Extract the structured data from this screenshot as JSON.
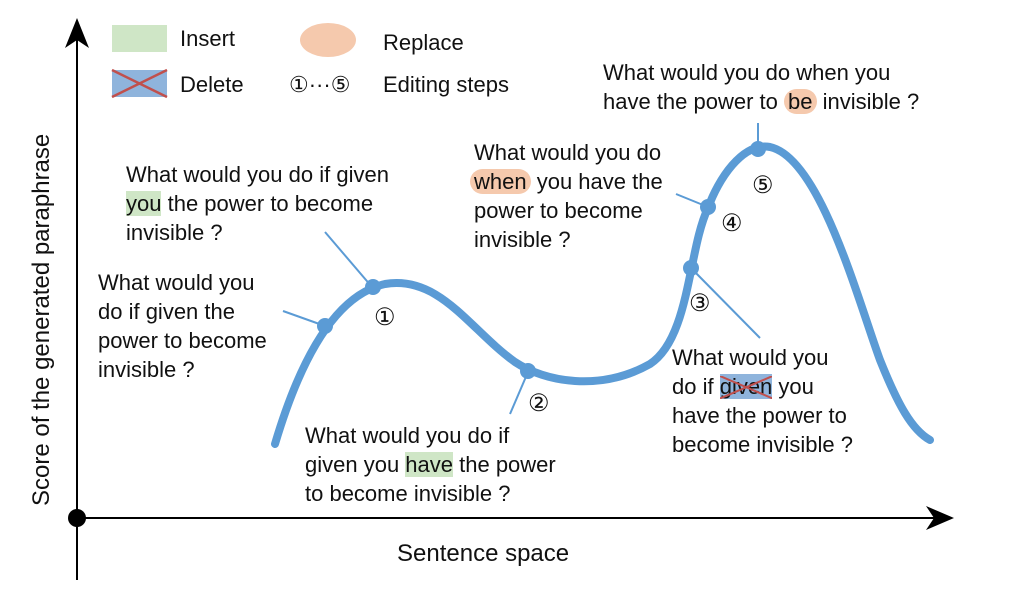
{
  "legend": {
    "insert_label": "Insert",
    "delete_label": "Delete",
    "replace_label": "Replace",
    "steps_symbol": "①···⑤",
    "steps_label": "Editing steps"
  },
  "axes": {
    "x_label": "Sentence space",
    "y_label": "Score of the generated   paraphrase"
  },
  "colors": {
    "curve": "#5b9bd5",
    "insert": "#cfe6c6",
    "replace": "#f5c9ad",
    "delete": "#8fb4dc",
    "delete_cross": "#c0504d"
  },
  "steps": [
    "①",
    "②",
    "③",
    "④",
    "⑤"
  ],
  "sentences": {
    "start": {
      "line1": "What would you",
      "line2": "do if given the",
      "line3": "power to become",
      "line4": "invisible ?"
    },
    "s1": {
      "line1": "What would you do if given",
      "ins": "you",
      "line2_rest": " the power to become",
      "line3": "invisible ?"
    },
    "s2": {
      "line1": "What would you do if",
      "line2_pre": "given you ",
      "ins": "have",
      "line2_post": " the power",
      "line3": "to become invisible ?"
    },
    "s3": {
      "line1": "What would you",
      "line2_pre": "do if ",
      "del": "given",
      "line2_post": " you",
      "line3": "have the power to",
      "line4": "become invisible ?"
    },
    "s4": {
      "line1": "What would you do",
      "rep": "when",
      "line2_post": " you have the",
      "line3": "power to become",
      "line4": "invisible ?"
    },
    "s5": {
      "line1": "What would you do when you",
      "line2_pre": "have the power to ",
      "rep": "be",
      "line2_post": "  invisible ?"
    }
  }
}
